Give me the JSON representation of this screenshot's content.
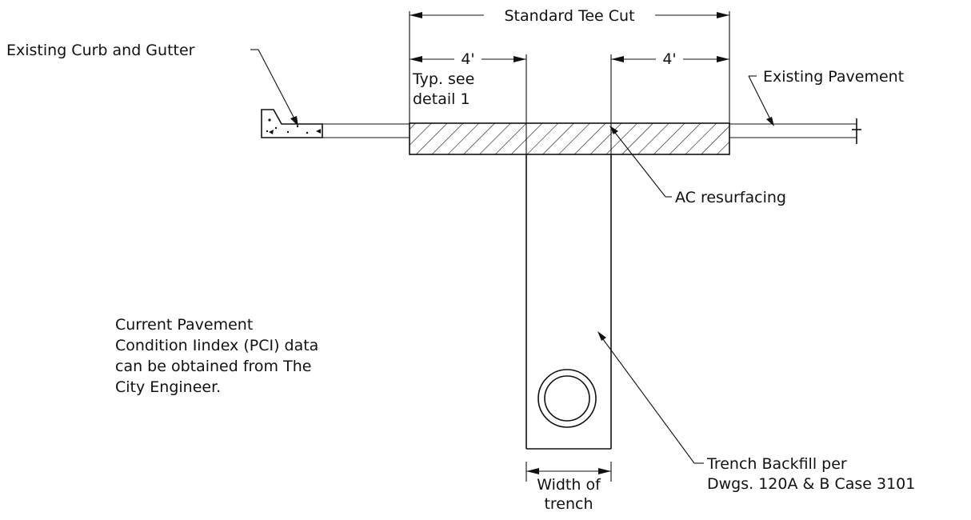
{
  "labels": {
    "standard_tee_cut": "Standard Tee Cut",
    "left_dim": "4'",
    "right_dim": "4'",
    "typ_line1": "Typ. see",
    "typ_line2": "detail 1",
    "existing_curb": "Existing Curb and Gutter",
    "existing_pavement": "Existing Pavement",
    "ac_resurfacing": "AC resurfacing",
    "pci_line1": "Current Pavement",
    "pci_line2": "Condition Iindex (PCI) data",
    "pci_line3": "can be obtained from The",
    "pci_line4": "City Engineer.",
    "backfill_line1": "Trench Backfill per",
    "backfill_line2": "Dwgs. 120A & B Case 3101",
    "width_line1": "Width of",
    "width_line2": "trench"
  },
  "colors": {
    "ink": "#111111",
    "paper": "#ffffff"
  }
}
